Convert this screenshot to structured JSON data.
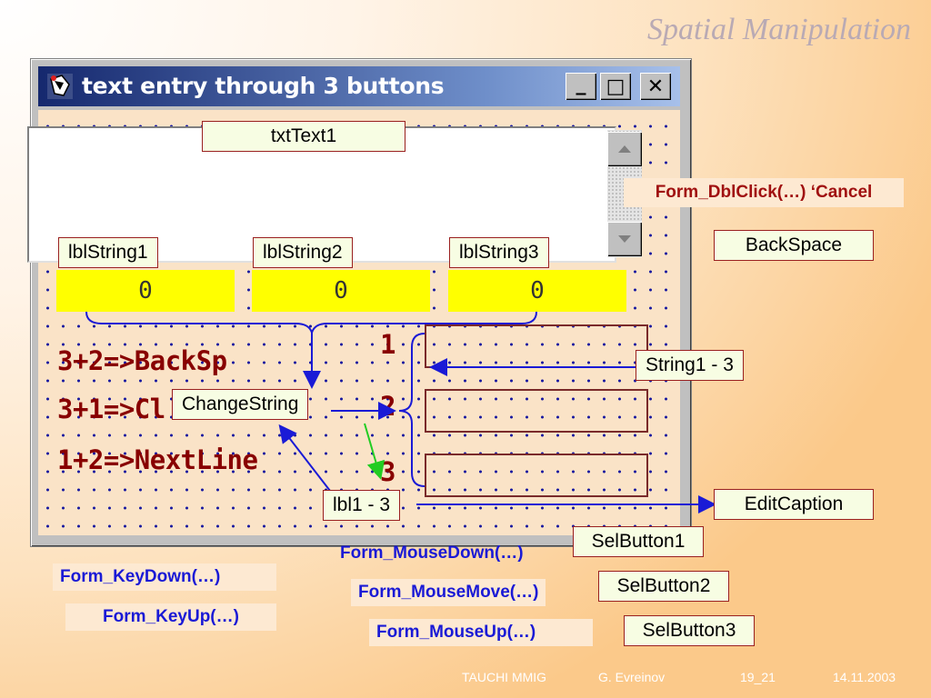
{
  "slide": {
    "title": "Spatial Manipulation"
  },
  "window": {
    "title": "text entry through 3 buttons",
    "minimize_glyph": "_",
    "maximize_glyph": "□",
    "close_glyph": "✕"
  },
  "form": {
    "string_labels": [
      "0",
      "0",
      "0"
    ],
    "rows": [
      "3+2=>BackSp",
      "3+1=>Cl",
      "1+2=>NextLine"
    ],
    "row_numbers": [
      "1",
      "2",
      "3"
    ]
  },
  "callouts": {
    "txtText1": "txtText1",
    "lblString1": "lblString1",
    "lblString2": "lblString2",
    "lblString3": "lblString3",
    "changeString": "ChangeString",
    "lbl1_3": "lbl1 - 3",
    "string1_3": "String1 - 3",
    "backspace": "BackSpace",
    "editCaption": "EditCaption",
    "selButton1": "SelButton1",
    "selButton2": "SelButton2",
    "selButton3": "SelButton3"
  },
  "events": {
    "dblclick": "Form_DblClick(…) ‘Cancel",
    "mousedown": "Form_MouseDown(…)",
    "mousemove": "Form_MouseMove(…)",
    "mouseup": "Form_MouseUp(…)",
    "keydown": "Form_KeyDown(…)",
    "keyup": "Form_KeyUp(…)"
  },
  "footer": {
    "org": "TAUCHI MMIG",
    "author": "G. Evreinov",
    "page": "19_21",
    "date": "14.11.2003"
  },
  "colors": {
    "arrow_blue": "#1a1ad6",
    "arrow_green": "#22cc22",
    "form_text": "#880000",
    "label_yellow": "#ffff00"
  }
}
